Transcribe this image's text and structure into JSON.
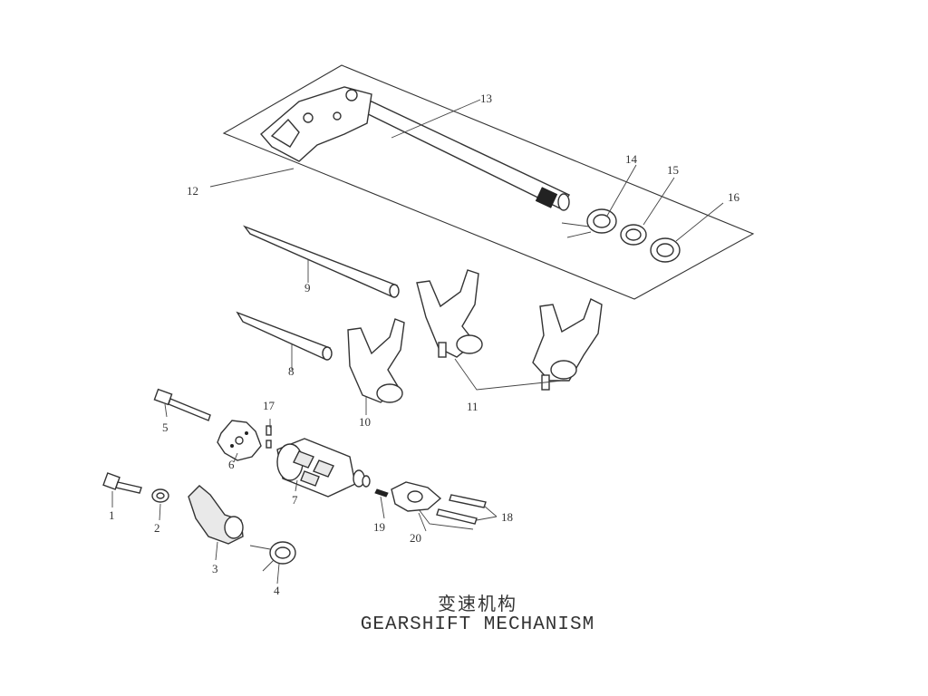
{
  "title": {
    "cn": "变速机构",
    "en": "GEARSHIFT MECHANISM"
  },
  "callouts": {
    "c1": "1",
    "c2": "2",
    "c3": "3",
    "c4": "4",
    "c5": "5",
    "c6": "6",
    "c7": "7",
    "c8": "8",
    "c9": "9",
    "c10": "10",
    "c11": "11",
    "c12": "12",
    "c13": "13",
    "c14": "14",
    "c15": "15",
    "c16": "16",
    "c17": "17",
    "c18": "18",
    "c19": "19",
    "c20": "20"
  }
}
